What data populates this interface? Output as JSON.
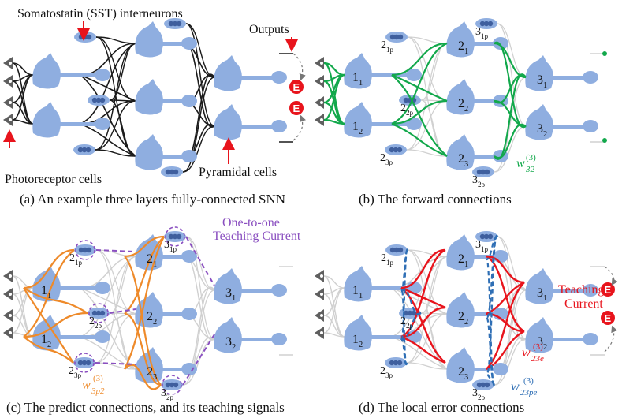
{
  "colors": {
    "neuron": "#8faee0",
    "neuron_dark": "#3f5f9e",
    "receptor": "#5f5f5f",
    "black_wire": "#1a1a1a",
    "grey_wire": "#d0d0d0",
    "forward": "#12a84b",
    "predict": "#ee8a2a",
    "teaching": "#8a4fc0",
    "error": "#e8141c",
    "local_error": "#2f6fb5"
  },
  "panel_a": {
    "caption": "(a) An example three layers fully-connected SNN",
    "sst_label": "Somatostatin (SST) interneurons",
    "outputs_label": "Outputs",
    "photoreceptor_label": "Photoreceptor cells",
    "pyramidal_label": "Pyramidal cells",
    "error_badge": "E"
  },
  "panel_b": {
    "caption": "(b) The forward connections",
    "weight_label": "w",
    "weight_sub": "32",
    "weight_sup": "(3)"
  },
  "panel_c": {
    "caption": "(c) The predict connections, and its teaching signals",
    "teaching_label_line1": "One-to-one",
    "teaching_label_line2": "Teaching Current",
    "weight_label": "w",
    "weight_sub": "3p2",
    "weight_sup": "(3)"
  },
  "panel_d": {
    "caption": "(d) The local error connections",
    "teaching_label_line1": "Teaching",
    "teaching_label_line2": "Current",
    "weight_red_label": "w",
    "weight_red_sub": "23e",
    "weight_red_sup": "(3)",
    "weight_blue_label": "w",
    "weight_blue_sub": "23pe",
    "weight_blue_sup": "(3)",
    "error_badge": "E"
  },
  "neuron_labels": {
    "p1": "1",
    "p1_sub": "1",
    "p2": "1",
    "p2_sub": "2",
    "h1": "2",
    "h1_sub": "1",
    "h2": "2",
    "h2_sub": "2",
    "h3": "2",
    "h3_sub": "3",
    "o1": "3",
    "o1_sub": "1",
    "o2": "3",
    "o2_sub": "2",
    "s1": "2",
    "s1_sub": "1p",
    "s2": "2",
    "s2_sub": "2p",
    "s3": "2",
    "s3_sub": "3p",
    "t1": "3",
    "t1_sub": "1p",
    "t2": "3",
    "t2_sub": "2p"
  }
}
